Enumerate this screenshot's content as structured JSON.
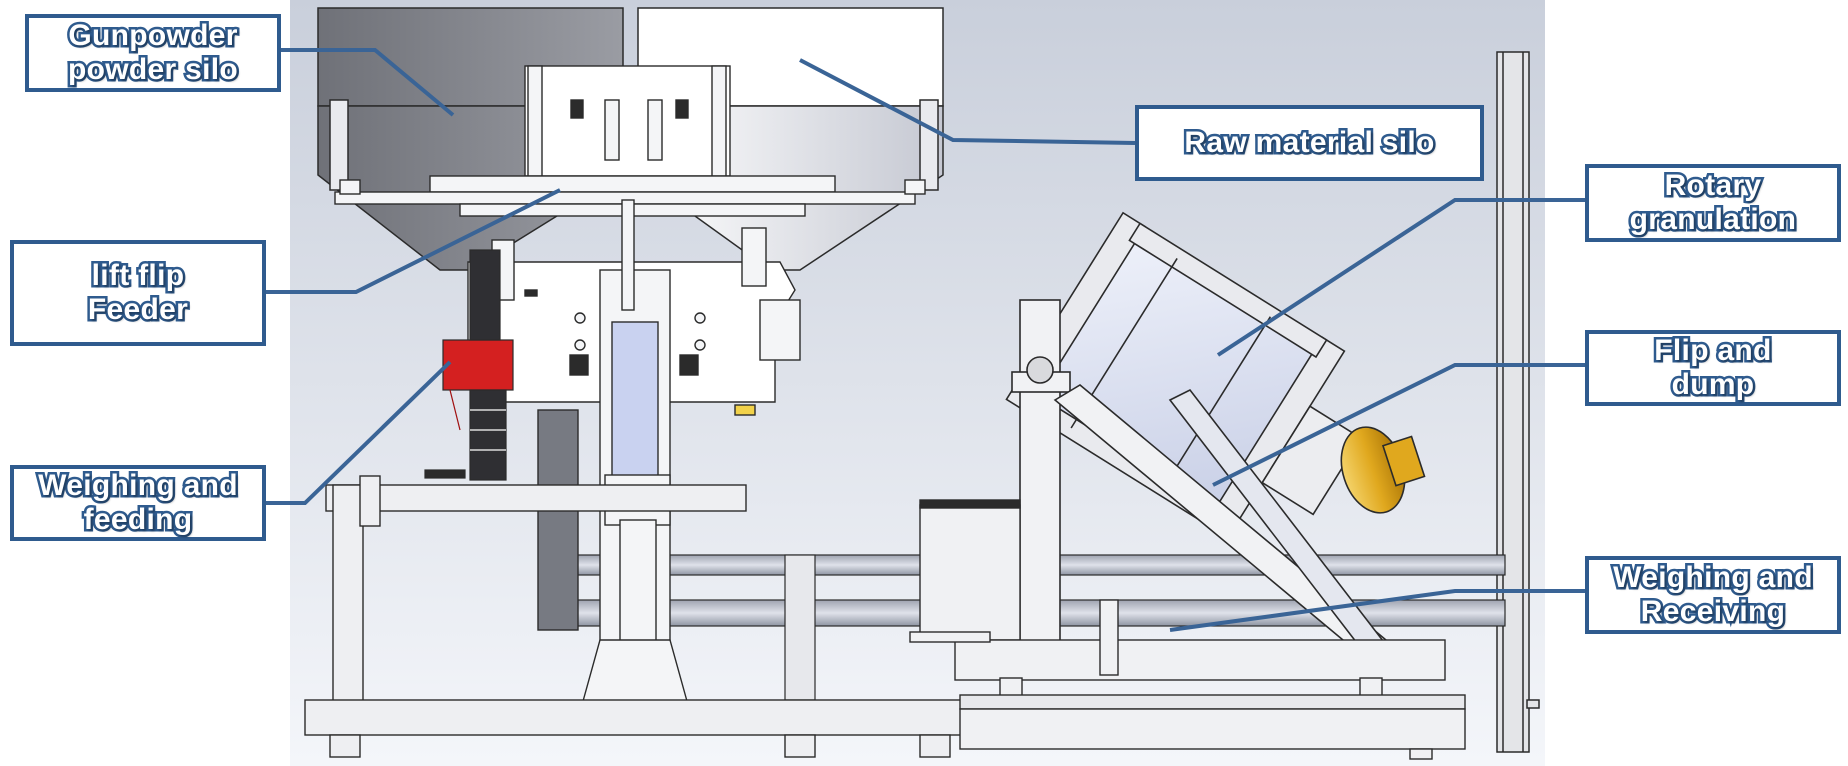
{
  "labels": {
    "gunpowder_silo": [
      "Gunpowder",
      "powder silo"
    ],
    "raw_material_silo": [
      "Raw material silo"
    ],
    "lift_flip_feeder": [
      "lift flip",
      "Feeder"
    ],
    "weighing_and_feeding": [
      "Weighing and",
      "feeding"
    ],
    "rotary_granulation": [
      "Rotary",
      "granulation"
    ],
    "flip_and_dump": [
      "Flip and",
      "dump"
    ],
    "weighing_and_receiving": [
      "Weighing and",
      "Receiving"
    ]
  },
  "colors": {
    "label_border": "#2f5b8e",
    "leader_line": "#3a6496",
    "label_text_fill": "#ffffff",
    "background_gradient_top": "#c9cfdb",
    "background_gradient_bottom": "#f4f6fa",
    "frame_steel": "#d9dadd",
    "outline": "#2b2b2b",
    "gunpowder_silo": "#7d7f86",
    "red_motor": "#d42020",
    "gold_motor": "#e0a81e",
    "drum_blue": "#dfe4f3",
    "cylinder_blue": "#c9d2f0"
  }
}
